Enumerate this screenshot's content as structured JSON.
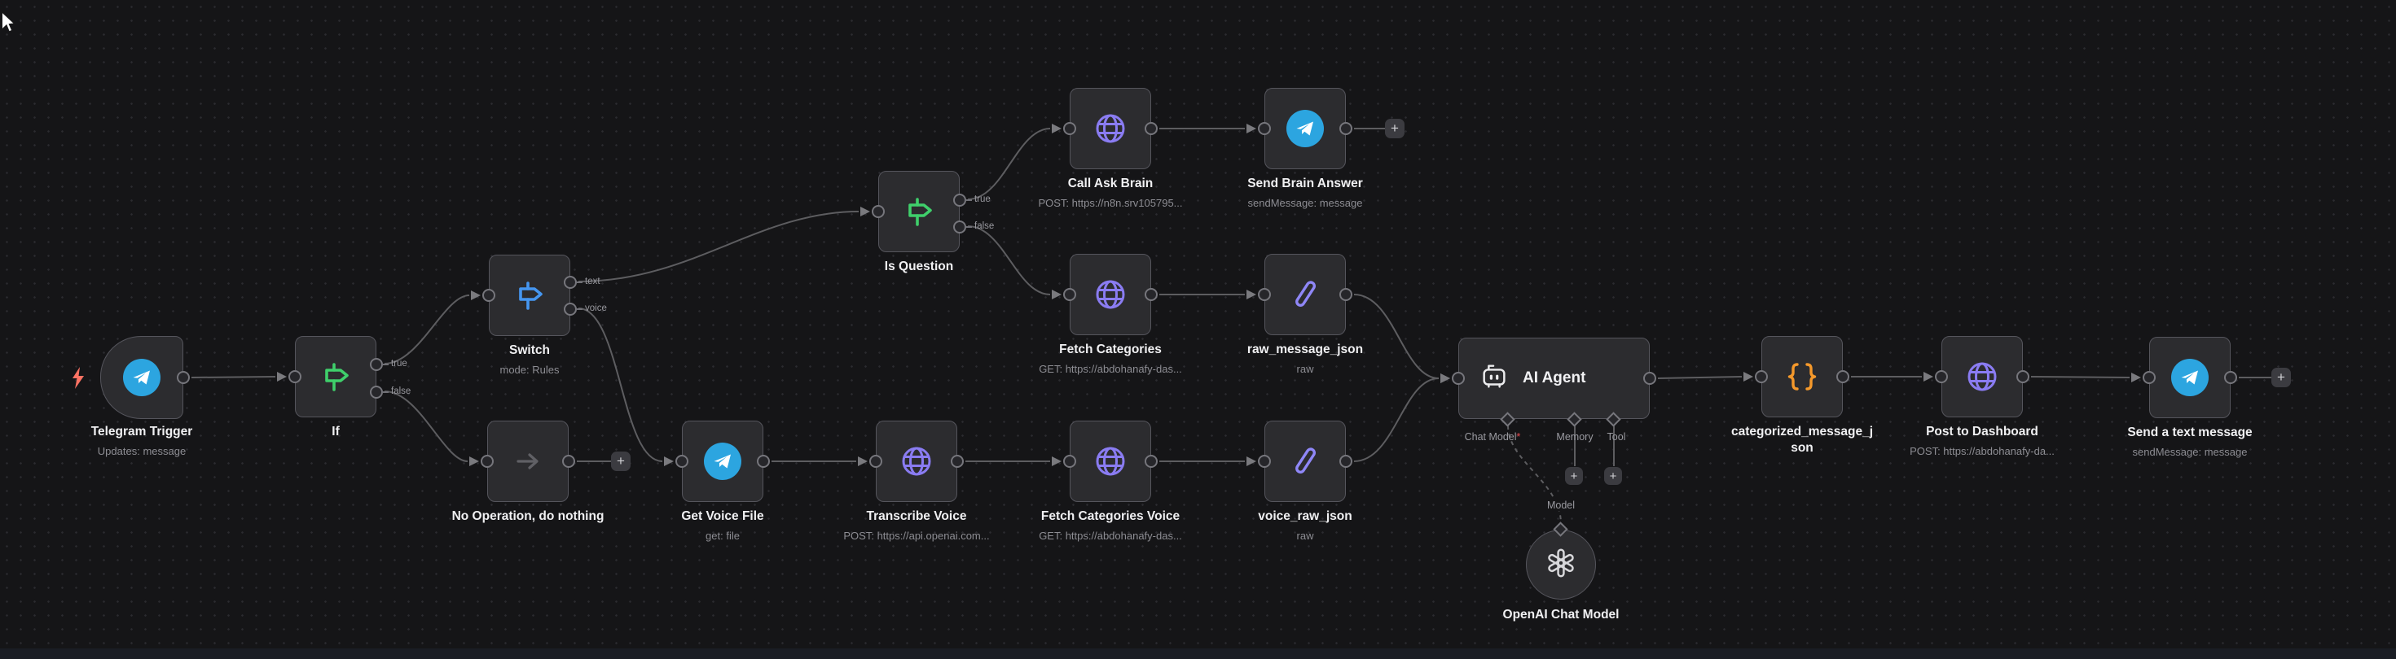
{
  "ui": {
    "plus": "+",
    "canvas_bg": "#151517",
    "dot_color": "#2b2b2f",
    "wire_color": "#5d5d60",
    "node_bg": "#2c2c2f",
    "accent_telegram": "#2ca5e0",
    "accent_http_purple": "#8a7cf2",
    "accent_set_purple": "#8f87f7",
    "accent_green": "#3fcf6b",
    "accent_blue": "#4596f0",
    "accent_code_orange": "#f5992b",
    "accent_required_red": "#e5484d",
    "accent_trigger_bolt": "#ff7263"
  },
  "nodes": {
    "telegram_trigger": {
      "title": "Telegram Trigger",
      "subtitle": "Updates: message",
      "icon": "telegram-icon"
    },
    "if": {
      "title": "If",
      "icon": "signpost-icon",
      "outputs": [
        "true",
        "false"
      ]
    },
    "switch": {
      "title": "Switch",
      "subtitle": "mode: Rules",
      "icon": "signpost-icon",
      "outputs": [
        "text",
        "voice"
      ]
    },
    "no_operation": {
      "title": "No Operation, do nothing",
      "icon": "arrow-right-icon"
    },
    "get_voice_file": {
      "title": "Get Voice File",
      "subtitle": "get: file",
      "icon": "telegram-icon"
    },
    "transcribe_voice": {
      "title": "Transcribe Voice",
      "subtitle": "POST: https://api.openai.com...",
      "icon": "globe-icon"
    },
    "fetch_categories_voice": {
      "title": "Fetch Categories Voice",
      "subtitle": "GET: https://abdohanafy-das...",
      "icon": "globe-icon"
    },
    "voice_raw_json": {
      "title": "voice_raw_json",
      "subtitle": "raw",
      "icon": "pencil-icon"
    },
    "is_question": {
      "title": "Is Question",
      "icon": "signpost-icon",
      "outputs": [
        "true",
        "false"
      ]
    },
    "call_ask_brain": {
      "title": "Call Ask Brain",
      "subtitle": "POST: https://n8n.srv105795...",
      "icon": "globe-icon"
    },
    "send_brain_answer": {
      "title": "Send Brain Answer",
      "subtitle": "sendMessage: message",
      "icon": "telegram-icon"
    },
    "fetch_categories": {
      "title": "Fetch Categories",
      "subtitle": "GET: https://abdohanafy-das...",
      "icon": "globe-icon"
    },
    "raw_message_json": {
      "title": "raw_message_json",
      "subtitle": "raw",
      "icon": "pencil-icon"
    },
    "ai_agent": {
      "title": "AI Agent",
      "icon": "robot-icon",
      "connectors": [
        "Chat Model",
        "Memory",
        "Tool"
      ],
      "required_marker": "*"
    },
    "openai_chat_model": {
      "title": "OpenAI Chat Model",
      "connector_label": "Model",
      "icon": "openai-icon"
    },
    "categorized_message_json": {
      "title": "categorized_message_json",
      "icon": "braces-icon"
    },
    "post_to_dashboard": {
      "title": "Post to Dashboard",
      "subtitle": "POST: https://abdohanafy-da...",
      "icon": "globe-icon"
    },
    "send_text_message": {
      "title": "Send a text message",
      "subtitle": "sendMessage: message",
      "icon": "telegram-icon"
    }
  }
}
